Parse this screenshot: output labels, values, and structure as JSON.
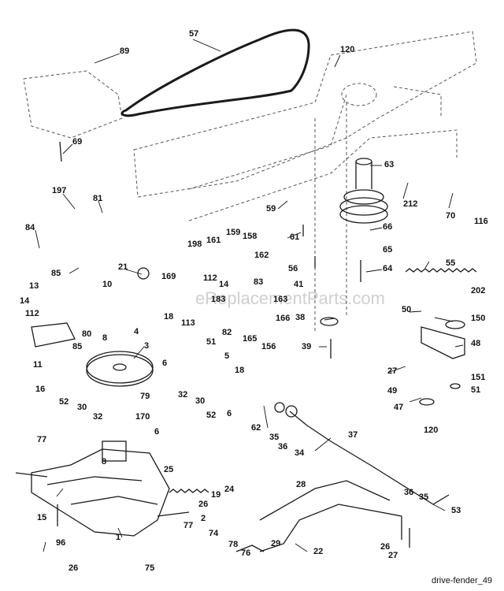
{
  "watermark": "eReplacementParts.com",
  "caption": "drive-fender_49",
  "labels": [
    {
      "text": "57"
    },
    {
      "text": "89"
    },
    {
      "text": "120"
    },
    {
      "text": "69"
    },
    {
      "text": "63"
    },
    {
      "text": "197"
    },
    {
      "text": "81"
    },
    {
      "text": "59"
    },
    {
      "text": "212"
    },
    {
      "text": "70"
    },
    {
      "text": "116"
    },
    {
      "text": "84"
    },
    {
      "text": "61"
    },
    {
      "text": "66"
    },
    {
      "text": "198"
    },
    {
      "text": "161"
    },
    {
      "text": "159"
    },
    {
      "text": "158"
    },
    {
      "text": "55"
    },
    {
      "text": "65"
    },
    {
      "text": "85"
    },
    {
      "text": "21"
    },
    {
      "text": "162"
    },
    {
      "text": "56"
    },
    {
      "text": "64"
    },
    {
      "text": "169"
    },
    {
      "text": "112"
    },
    {
      "text": "14"
    },
    {
      "text": "83"
    },
    {
      "text": "10"
    },
    {
      "text": "183"
    },
    {
      "text": "41"
    },
    {
      "text": "13"
    },
    {
      "text": "202"
    },
    {
      "text": "14"
    },
    {
      "text": "163"
    },
    {
      "text": "112"
    },
    {
      "text": "50"
    },
    {
      "text": "150"
    },
    {
      "text": "38"
    },
    {
      "text": "18"
    },
    {
      "text": "82"
    },
    {
      "text": "80"
    },
    {
      "text": "4"
    },
    {
      "text": "113"
    },
    {
      "text": "166"
    },
    {
      "text": "8"
    },
    {
      "text": "85"
    },
    {
      "text": "165"
    },
    {
      "text": "156"
    },
    {
      "text": "48"
    },
    {
      "text": "51"
    },
    {
      "text": "39"
    },
    {
      "text": "3"
    },
    {
      "text": "11"
    },
    {
      "text": "5"
    },
    {
      "text": "6"
    },
    {
      "text": "27"
    },
    {
      "text": "18"
    },
    {
      "text": "151"
    },
    {
      "text": "49"
    },
    {
      "text": "51"
    },
    {
      "text": "16"
    },
    {
      "text": "79"
    },
    {
      "text": "32"
    },
    {
      "text": "52"
    },
    {
      "text": "30"
    },
    {
      "text": "30"
    },
    {
      "text": "6"
    },
    {
      "text": "47"
    },
    {
      "text": "62"
    },
    {
      "text": "32"
    },
    {
      "text": "170"
    },
    {
      "text": "52"
    },
    {
      "text": "37"
    },
    {
      "text": "35"
    },
    {
      "text": "36"
    },
    {
      "text": "120"
    },
    {
      "text": "6"
    },
    {
      "text": "77"
    },
    {
      "text": "34"
    },
    {
      "text": "25"
    },
    {
      "text": "8"
    },
    {
      "text": "28"
    },
    {
      "text": "36"
    },
    {
      "text": "35"
    },
    {
      "text": "24"
    },
    {
      "text": "26"
    },
    {
      "text": "19"
    },
    {
      "text": "2"
    },
    {
      "text": "15"
    },
    {
      "text": "77"
    },
    {
      "text": "53"
    },
    {
      "text": "29"
    },
    {
      "text": "26"
    },
    {
      "text": "74"
    },
    {
      "text": "1"
    },
    {
      "text": "22"
    },
    {
      "text": "96"
    },
    {
      "text": "78"
    },
    {
      "text": "27"
    },
    {
      "text": "76"
    },
    {
      "text": "26"
    },
    {
      "text": "75"
    }
  ]
}
